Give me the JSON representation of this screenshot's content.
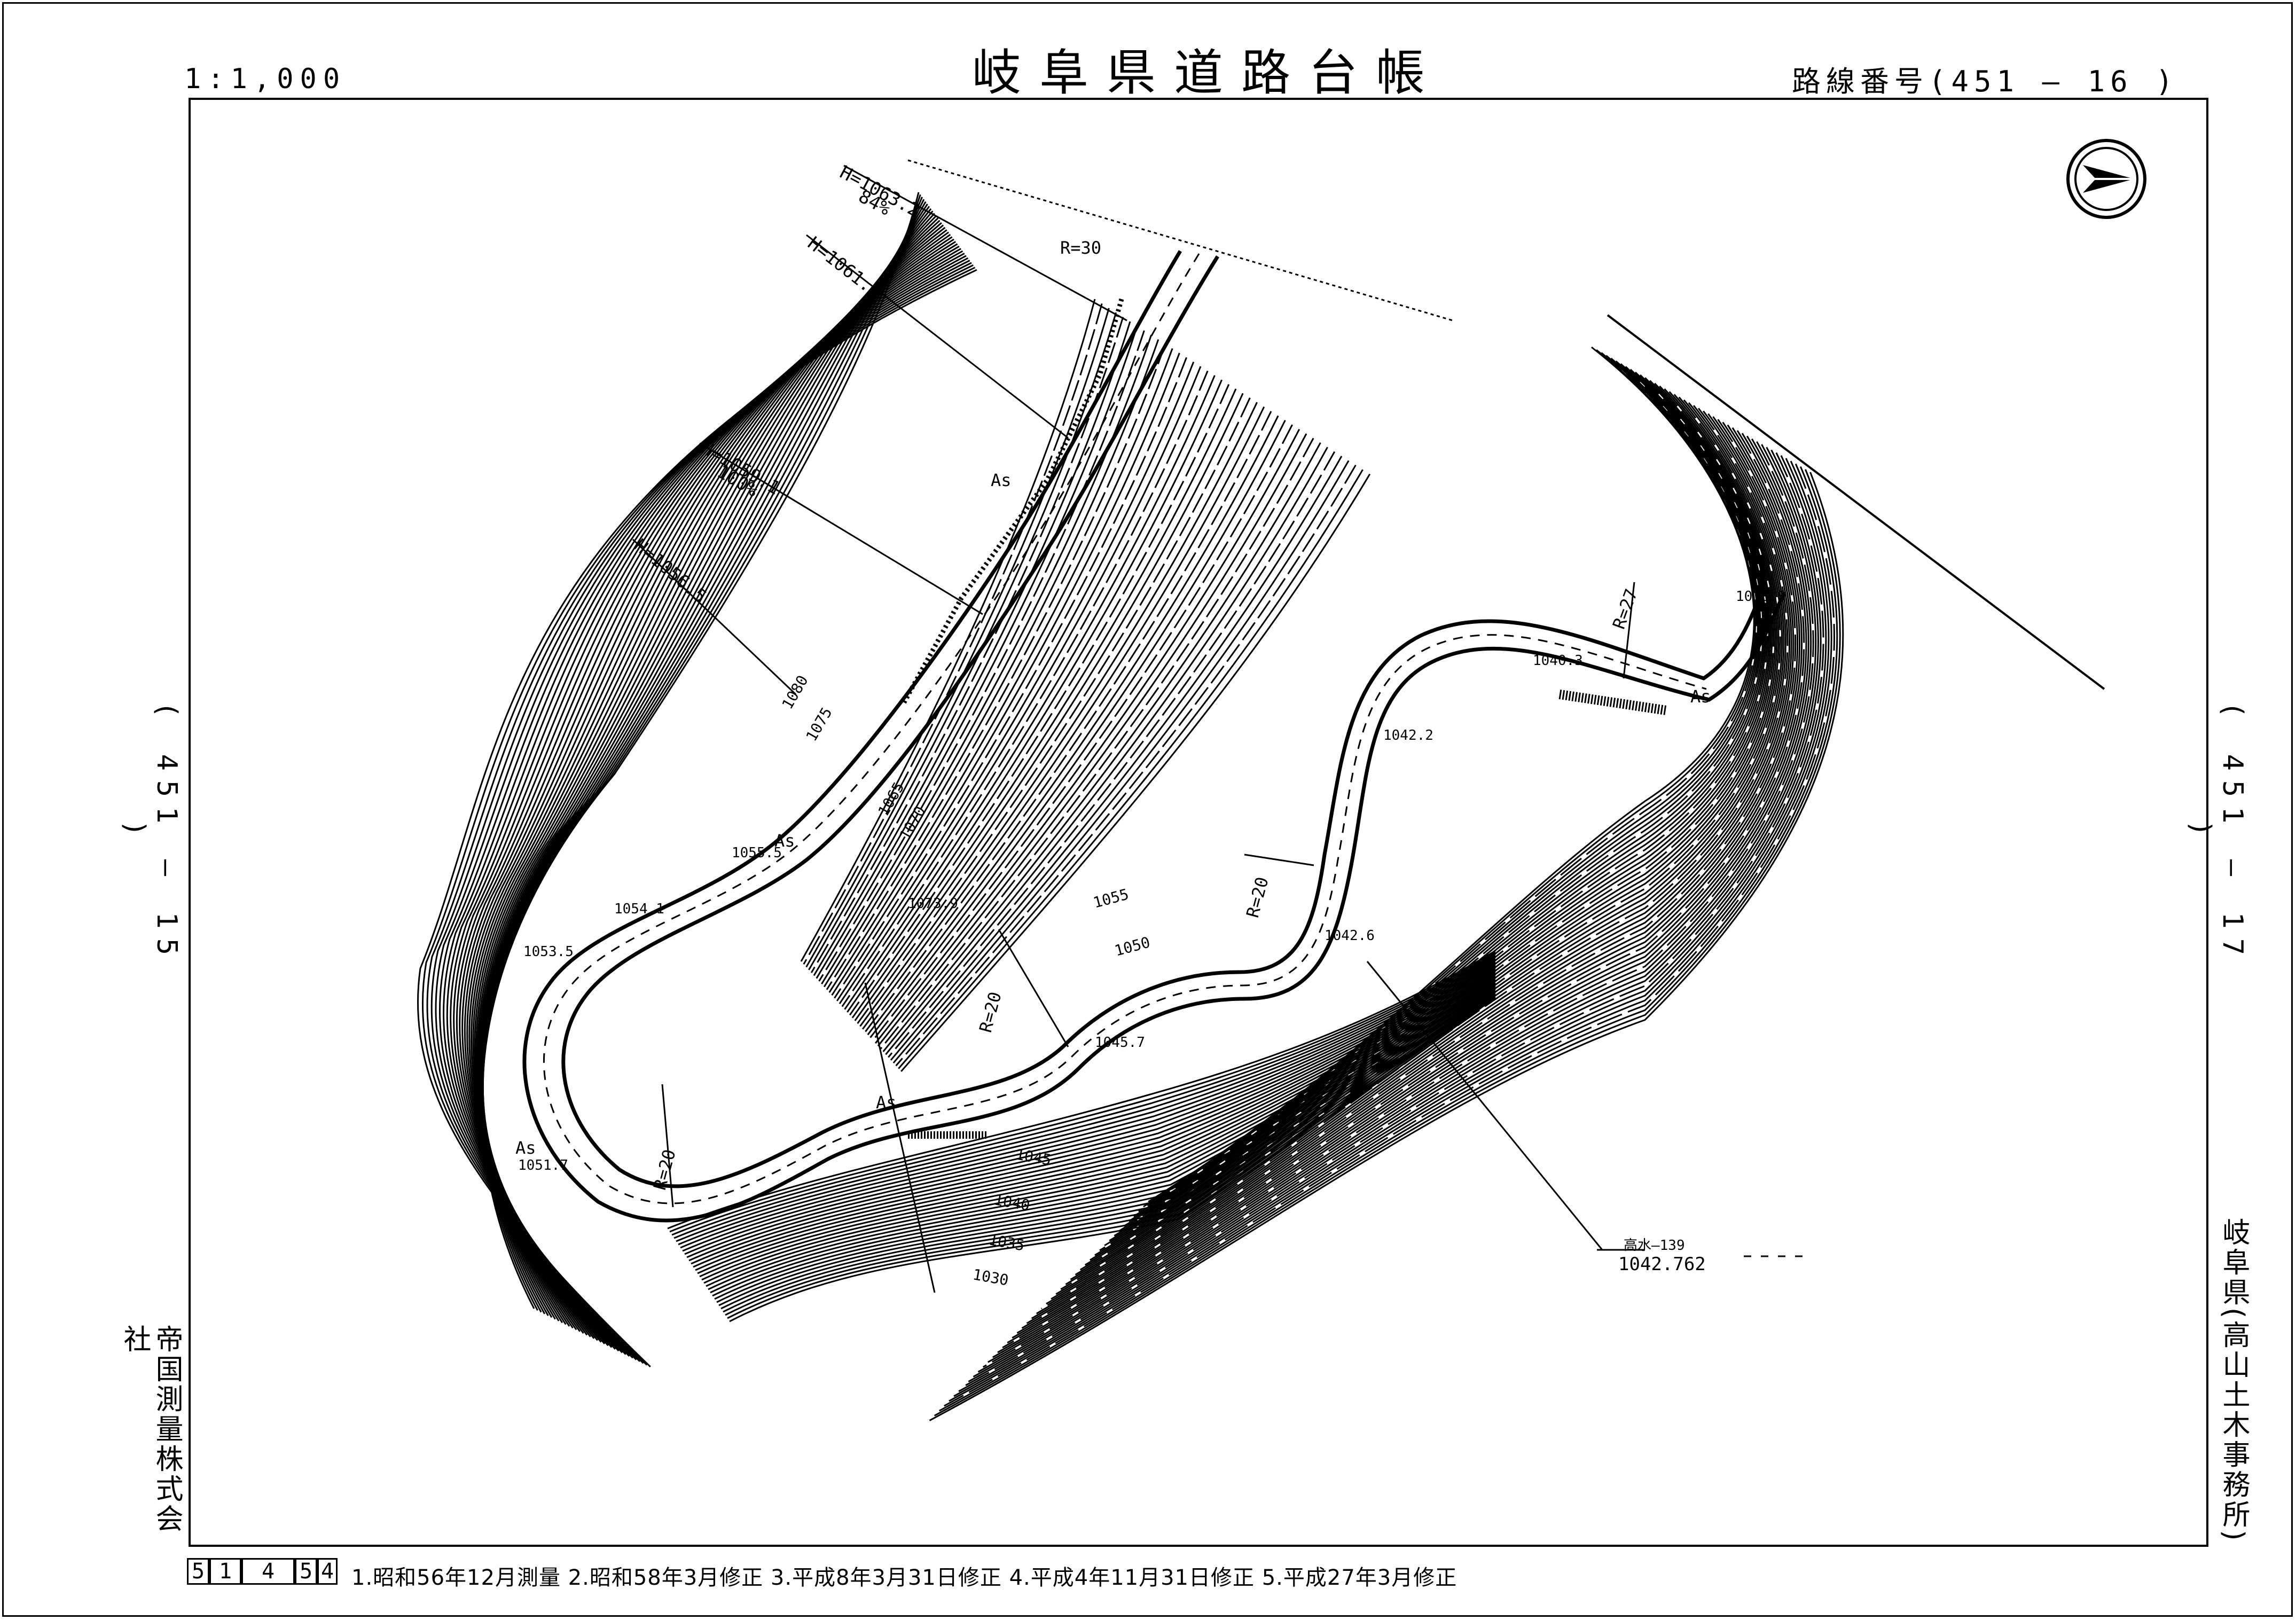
{
  "header": {
    "title": "岐阜県道路台帳",
    "scale": "1:1,000",
    "route_number": "路線番号(451 — 16 )"
  },
  "sheet_refs": {
    "left": "( 451 — 15 )",
    "right": "( 451 — 17 )"
  },
  "footer": {
    "company": "帝国測量株式会社",
    "office": "岐阜県(高山土木事務所)",
    "revision_boxes": [
      "5",
      "1",
      "4",
      "5",
      "4"
    ],
    "revisions": "1.昭和56年12月測量 2.昭和58年3月修正 3.平成8年3月31日修正 4.平成4年11月31日修正 5.平成27年3月修正"
  },
  "map": {
    "north_arrow": "north-arrow-icon",
    "elevation_callouts": [
      {
        "id": "h1063",
        "text": "H=1063.2",
        "grade": "84%"
      },
      {
        "id": "h1061",
        "text": "H=1061.1",
        "grade": ""
      },
      {
        "id": "h1059",
        "text": "H=1059.1",
        "grade": "100%"
      },
      {
        "id": "h1056",
        "text": "H=1056.5",
        "grade": ""
      }
    ],
    "spot_heights": [
      "1055.5",
      "1054.1",
      "1053.5",
      "1051.7",
      "1073.9",
      "1045.7",
      "1040.3",
      "1038.9",
      "1042.2",
      "1042.6"
    ],
    "contours": [
      "1080",
      "1075",
      "1065",
      "1070",
      "1055",
      "1050",
      "1045",
      "1040",
      "1035",
      "1030"
    ],
    "curve_radii": [
      "R=30",
      "R=27",
      "R=20",
      "R=20",
      "R=20"
    ],
    "pavement_labels": [
      "As",
      "As",
      "As",
      "As",
      "As"
    ],
    "benchmark": {
      "name": "高水—139",
      "elevation": "1042.762"
    }
  }
}
